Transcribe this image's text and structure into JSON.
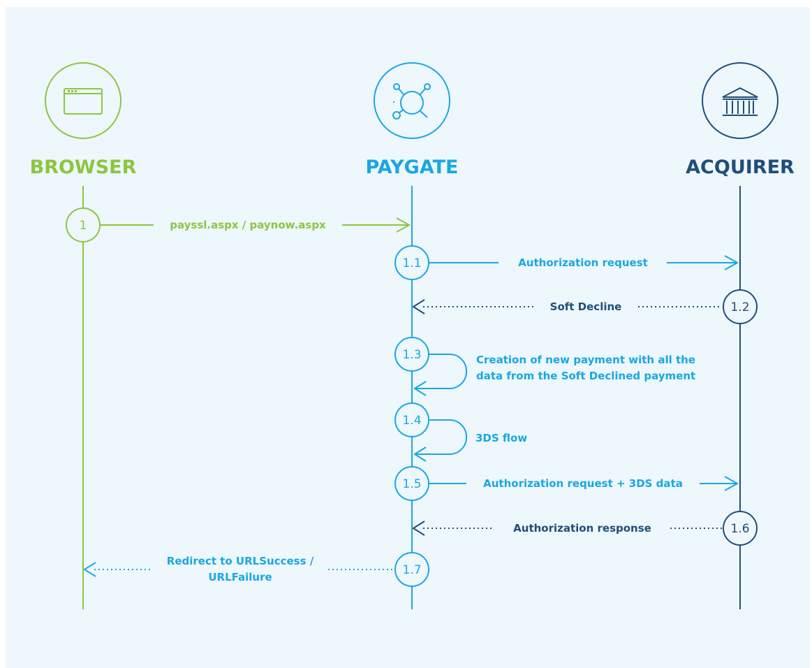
{
  "colors": {
    "browser": "#8cc63f",
    "paygate": "#1aa7e1",
    "acquirer": "#1f4e79",
    "background": "#eef7fc"
  },
  "actors": {
    "browser": {
      "title": "BROWSER",
      "icon": "browser-window-icon"
    },
    "paygate": {
      "title": "PAYGATE",
      "icon": "network-hub-icon"
    },
    "acquirer": {
      "title": "ACQUIRER",
      "icon": "bank-building-icon"
    }
  },
  "steps": [
    {
      "num": "1",
      "label": "payssl.aspx / paynow.aspx"
    },
    {
      "num": "1.1",
      "label": "Authorization request"
    },
    {
      "num": "1.2",
      "label": "Soft Decline"
    },
    {
      "num": "1.3",
      "label_line1": "Creation of new payment with all the",
      "label_line2": "data from the Soft Declined payment"
    },
    {
      "num": "1.4",
      "label": "3DS flow"
    },
    {
      "num": "1.5",
      "label": "Authorization request + 3DS data"
    },
    {
      "num": "1.6",
      "label": "Authorization response"
    },
    {
      "num": "1.7",
      "label_line1": "Redirect to URLSuccess /",
      "label_line2": "URLFailure"
    }
  ]
}
